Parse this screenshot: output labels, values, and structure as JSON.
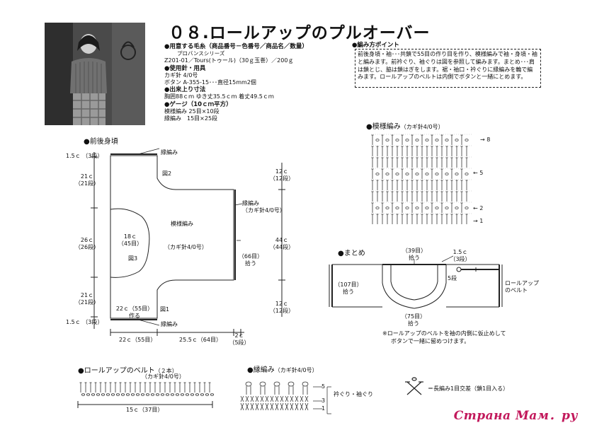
{
  "title": "０８.ロールアップのプルオーバー",
  "info": {
    "yarn_head": "●用意する毛糸（商品番号－色番号／商品名／数量）",
    "yarn_sub": "プロバンスシリーズ",
    "yarn_line": "Z201-01／Tours(トゥール)（30ｇ玉巻）／200ｇ",
    "tools_head": "●使用針・用具",
    "tools_1": "カギ針 4/0号",
    "tools_2": "ボタン A-355-15･･･直径15mm2個",
    "size_head": "●出来上り寸法",
    "size_1": "胸囲88ｃｍ ゆき丈35.5ｃｍ 着丈49.5ｃｍ",
    "gauge_head": "●ゲージ（10ｃｍ平方）",
    "gauge_1": "模様編み 25目×10段",
    "gauge_2": "縁編み　15目×25段"
  },
  "howto": {
    "head": "●編み方ポイント",
    "text": "前後身頃・袖･･･共鎖で55目の作り目を作り、模様編みで袖・身頃・袖と編みます。前衿ぐり、袖ぐりは図を参照して編みます。まとめ･･･肩は鎖とじ、脇は鎖はぎをします。裾・袖口・衿ぐりに縁編みを輪で編みます。ロールアップのベルトは内側でボタンと一緒にとめます。"
  },
  "sections": {
    "body": "●前後身頃",
    "pattern": "●模様編み",
    "pattern_needle": "（カギ針4/0号）",
    "finish": "●まとめ",
    "belt": "●ロールアップのベルト",
    "belt_count": "（２本）",
    "belt_needle": "（カギ針4/0号）",
    "edging": "●縁編み",
    "edging_needle": "（カギ針4/0号）"
  },
  "body_diagram": {
    "left_labels": [
      {
        "a": "1.5ｃ",
        "b": "（3段）"
      },
      {
        "a": "21ｃ",
        "b": "（21段）"
      },
      {
        "a": "26ｃ",
        "b": "（26段）"
      },
      {
        "a": "21ｃ",
        "b": "（21段）"
      },
      {
        "a": "1.5ｃ",
        "b": "（3段）"
      }
    ],
    "right_labels": [
      {
        "a": "12ｃ",
        "b": "（12段）"
      },
      {
        "a": "44ｃ",
        "b": "（44段）"
      },
      {
        "a": "12ｃ",
        "b": "（12段）"
      }
    ],
    "fuchi_top": "縁編み",
    "fuchi_bottom": "縁編み",
    "fuchi_right_1": "縁編み",
    "fuchi_right_2": "（カギ針4/0号）",
    "fig2": "図2",
    "fig3": "図3",
    "fig1": "図1",
    "center_1": "模様編み",
    "center_2": "（カギ針4/0号）",
    "neck_1": "18ｃ",
    "neck_2": "（45目）",
    "pick_1": "（66目）",
    "pick_2": "拾う",
    "bottom_1": "22ｃ（55目）",
    "bottom_2": "作る",
    "dim_1": "22ｃ（55目）",
    "dim_2": "25.5ｃ（64目）",
    "dim_3a": "2ｃ",
    "dim_3b": "（5段）"
  },
  "pattern_rows": [
    "8",
    "5",
    "2",
    "1"
  ],
  "finish_diagram": {
    "top_1": "（39目）",
    "top_2": "拾う",
    "left_1": "（107目）",
    "left_2": "拾う",
    "bottom_1": "（75目）",
    "bottom_2": "拾う",
    "right_1": "1.5ｃ",
    "right_2": "（3段）",
    "rows5": "5段",
    "belt_1": "ロールアップ",
    "belt_2": "のベルト",
    "note_1": "※ロールアップのベルトを袖の内側に仮止めして",
    "note_2": "ボタンで一緒に留めつけます。"
  },
  "belt_dim": "15ｃ（37目）",
  "edging_rows": [
    "5",
    "3",
    "1"
  ],
  "edging_label": "衿ぐり・袖ぐり",
  "legend": "＝長編み1目交差（鎖1目入る）",
  "watermark": "Страна Мам．ру"
}
